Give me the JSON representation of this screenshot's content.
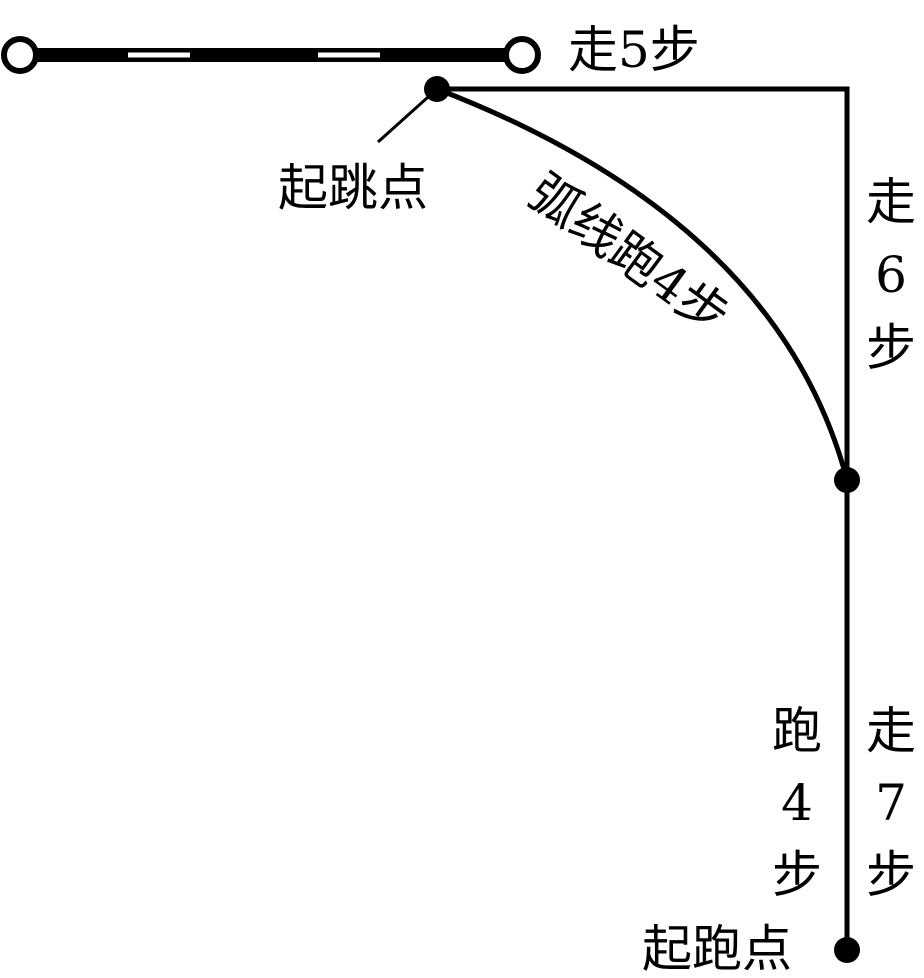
{
  "labels": {
    "walk5": "走5步",
    "takeoff": "起跳点",
    "arc_run": "弧线跑4步",
    "walk6": [
      "走",
      "6",
      "步"
    ],
    "run4": [
      "跑",
      "4",
      "步"
    ],
    "walk7": [
      "走",
      "7",
      "步"
    ],
    "run_start": "起跑点"
  },
  "colors": {
    "line": "#000000",
    "background": "#ffffff"
  }
}
